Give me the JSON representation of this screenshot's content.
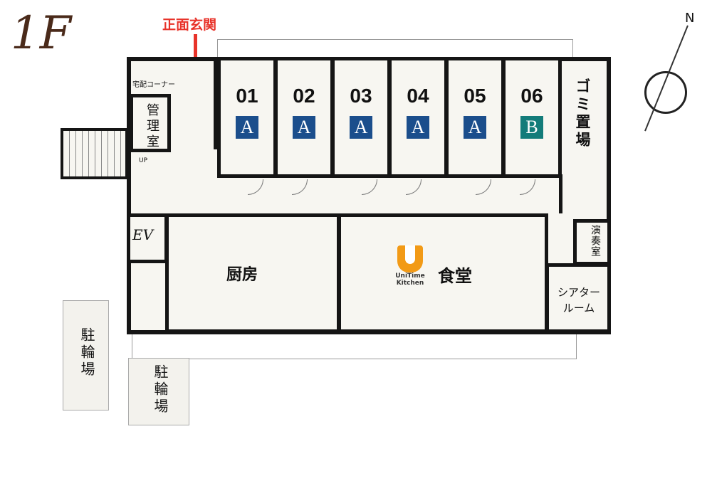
{
  "floor_label": "1F",
  "entrance": {
    "label": "正面玄関",
    "color": "#e8332a"
  },
  "rooms": {
    "delivery": "宅配コーナー",
    "manager": "管理室",
    "up": "UP",
    "ev": "EV",
    "garbage": "ゴミ置場",
    "kitchen": "厨房",
    "dining": "食堂",
    "music": "演奏室",
    "theater": "シアタールーム",
    "bike1": "駐輪場",
    "bike2": "駐輪場"
  },
  "units": [
    {
      "number": "01",
      "type": "A",
      "color": "#1b4e8c"
    },
    {
      "number": "02",
      "type": "A",
      "color": "#1b4e8c"
    },
    {
      "number": "03",
      "type": "A",
      "color": "#1b4e8c"
    },
    {
      "number": "04",
      "type": "A",
      "color": "#1b4e8c"
    },
    {
      "number": "05",
      "type": "A",
      "color": "#1b4e8c"
    },
    {
      "number": "06",
      "type": "B",
      "color": "#137c7a"
    }
  ],
  "logo": {
    "line1": "UniTime",
    "line2": "Kitchen",
    "color": "#f29a16"
  },
  "compass": {
    "north": "N"
  }
}
